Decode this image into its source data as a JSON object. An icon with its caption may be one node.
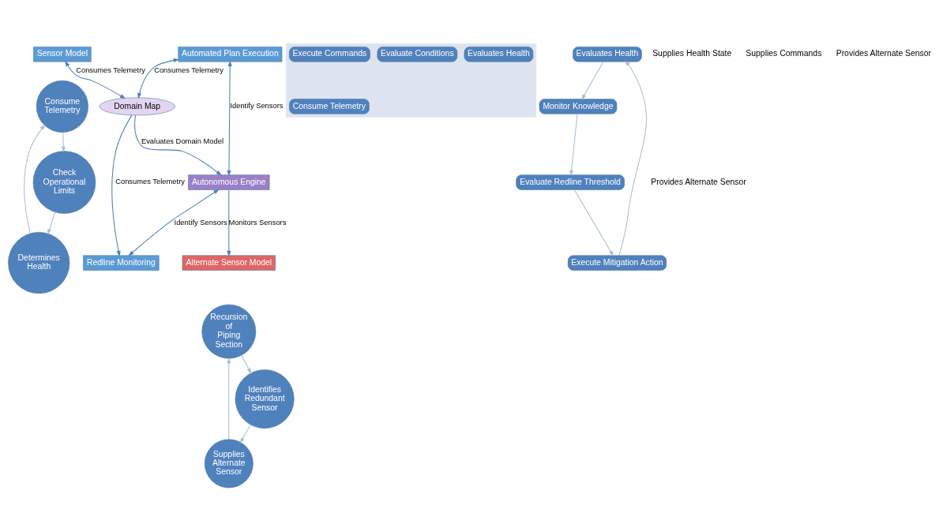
{
  "diagram": {
    "nodes": [
      {
        "text": [
          "Sensor Model"
        ]
      },
      {
        "text": [
          "Domain Map"
        ]
      },
      {
        "text": [
          "Redline Monitoring"
        ]
      },
      {
        "text": [
          "Consume Telemetry"
        ]
      },
      {
        "text": [
          "Autonomous Engine"
        ]
      },
      {
        "text": [
          "Evaluates Health"
        ]
      },
      {
        "text": [
          "Check Operational Limits"
        ]
      },
      {
        "text": [
          "Determines Health"
        ]
      },
      {
        "text": [
          "Execute Mitigation Action"
        ]
      },
      {
        "text": [
          "Monitor Knowledge"
        ]
      },
      {
        "text": [
          "Automated Plan Execution"
        ]
      },
      {
        "text": [
          "Alternate Sensor Model"
        ]
      },
      {
        "text": [
          "Evaluate Redline Threshold"
        ]
      },
      {
        "text": [
          "Recursion of Piping Section"
        ]
      },
      {
        "text": [],
        "shape": "arrow"
      },
      {
        "text": [
          "Consume Telemetry"
        ],
        "in": 14
      },
      {
        "text": [
          "Evaluates Health"
        ],
        "in": 14
      },
      {
        "text": [
          "Evaluate Conditions"
        ],
        "in": 14
      },
      {
        "text": [
          "Execute Commands"
        ],
        "in": 14
      },
      {
        "text": [
          "Supplies Alternate Sensor"
        ]
      },
      {
        "text": [
          "Identifies Redundant Sensor"
        ]
      }
    ],
    "edges": [
      {
        "from": 0,
        "to": 1,
        "arrow": "both",
        "label": "Consumes Telemetry",
        "color": "#4a7ebb"
      },
      {
        "from": 1,
        "to": 2,
        "arrow": "to",
        "label": "Consumes Telemetry",
        "color": "#4a7ebb"
      },
      {
        "from": 1,
        "to": 4,
        "arrow": "to",
        "label": "Evaluates Domain Model",
        "color": "#4a7ebb"
      },
      {
        "from": 10,
        "to": 1,
        "arrow": "both",
        "label": "Consumes Telemetry",
        "color": "#4a7ebb"
      },
      {
        "from": 4,
        "to": 2,
        "arrow": "both",
        "label": "Identify Sensors",
        "color": "#4a7ebb"
      },
      {
        "from": 10,
        "to": 4,
        "arrow": "both",
        "label": "Identify Sensors",
        "color": "#4a7ebb"
      },
      {
        "from": 4,
        "to": 11,
        "arrow": "to",
        "label": "Monitors Sensors",
        "color": "#4a7ebb"
      },
      {
        "from": 3,
        "to": 6,
        "arrow": "to",
        "color": "#a9bcd9"
      },
      {
        "from": 6,
        "to": 7,
        "arrow": "to",
        "color": "#a9bcd9"
      },
      {
        "from": 7,
        "to": 3,
        "arrow": "to",
        "color": "#a9bcd9"
      },
      {
        "from": 5,
        "to": 9,
        "arrow": "to",
        "color": "#a9bcd9"
      },
      {
        "from": 9,
        "to": 12,
        "arrow": "to",
        "color": "#a9bcd9"
      },
      {
        "from": 12,
        "to": 8,
        "arrow": "to",
        "color": "#a9bcd9"
      },
      {
        "from": 8,
        "to": 5,
        "arrow": "to",
        "color": "#a9bcd9"
      },
      {
        "from": 13,
        "to": 20,
        "arrow": "to",
        "color": "#a9bcd9"
      },
      {
        "from": 20,
        "to": 19,
        "arrow": "to",
        "color": "#a9bcd9"
      },
      {
        "from": 19,
        "to": 13,
        "arrow": "to",
        "color": "#a9bcd9"
      }
    ],
    "labels": [
      "Supplies Health State",
      "Supplies Commands",
      "Provides Alternate Sensor",
      "Provides Alternate Sensor"
    ]
  }
}
